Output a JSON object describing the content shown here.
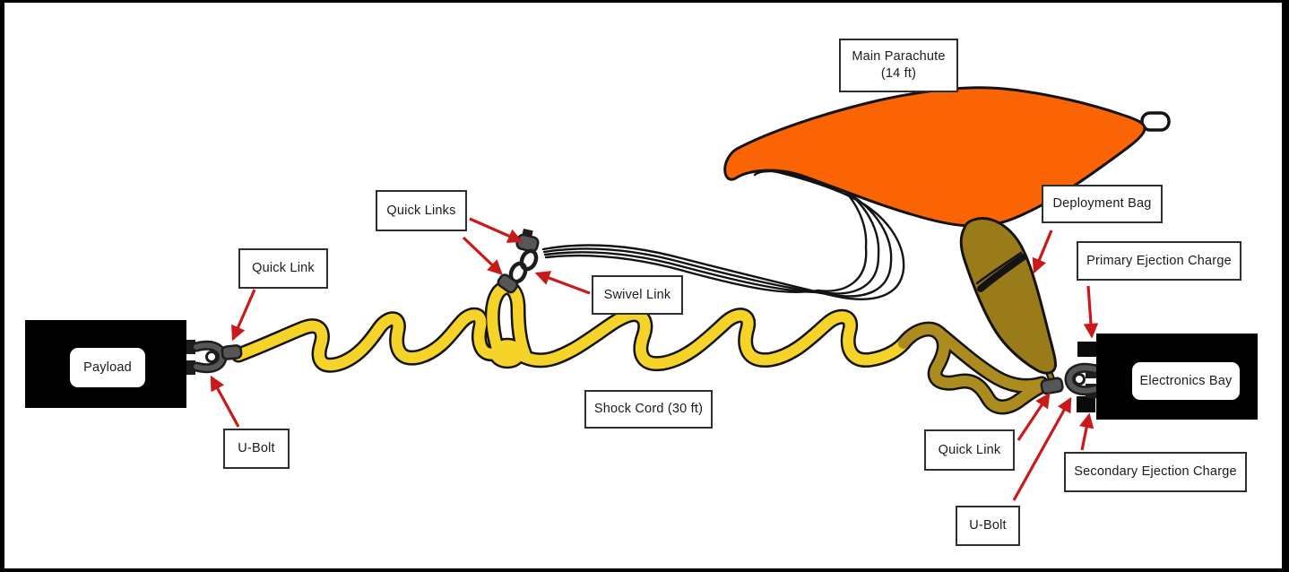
{
  "diagram": {
    "labels": {
      "payload": "Payload",
      "u_bolt_left": "U-Bolt",
      "quick_link_left": "Quick Link",
      "quick_links": "Quick Links",
      "swivel_link": "Swivel Link",
      "shock_cord": "Shock Cord (30 ft)",
      "main_parachute_line1": "Main Parachute",
      "main_parachute_line2": "(14 ft)",
      "deployment_bag": "Deployment Bag",
      "primary_ejection_charge": "Primary Ejection Charge",
      "electronics_bay": "Electronics Bay",
      "quick_link_right": "Quick Link",
      "secondary_ejection_charge": "Secondary Ejection Charge",
      "u_bolt_right": "U-Bolt"
    },
    "colors": {
      "parachute_orange": "#FB6404",
      "shock_cord_yellow": "#F5D329",
      "shock_cord_olive": "#AC8C1E",
      "deployment_bag_olive": "#9A7B1A",
      "arrow_red": "#C91A1A",
      "hardware_gray": "#565656",
      "hardware_dark": "#1d1d1d",
      "outline": "#131313"
    }
  }
}
